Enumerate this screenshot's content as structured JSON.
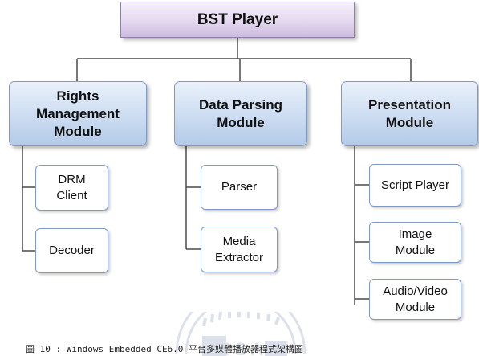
{
  "diagram": {
    "root": {
      "label": "BST Player"
    },
    "modules": [
      {
        "label": "Rights\nManagement\nModule",
        "children": [
          {
            "label": "DRM\nClient"
          },
          {
            "label": "Decoder"
          }
        ]
      },
      {
        "label": "Data Parsing\nModule",
        "children": [
          {
            "label": "Parser"
          },
          {
            "label": "Media\nExtractor"
          }
        ]
      },
      {
        "label": "Presentation\nModule",
        "children": [
          {
            "label": "Script Player"
          },
          {
            "label": "Image\nModule"
          },
          {
            "label": "Audio/Video\nModule"
          }
        ]
      }
    ]
  },
  "caption": "圖 10 : Windows Embedded CE6.0 平台多媒體播放器程式架構圖",
  "watermark": {
    "text": "E S A",
    "color": "#b9c3d6"
  },
  "colors": {
    "connector": "#4a4a4a",
    "root_fill": "#e4d8ef",
    "module_fill": "#c9daf0",
    "border": "#7f9bc4"
  }
}
